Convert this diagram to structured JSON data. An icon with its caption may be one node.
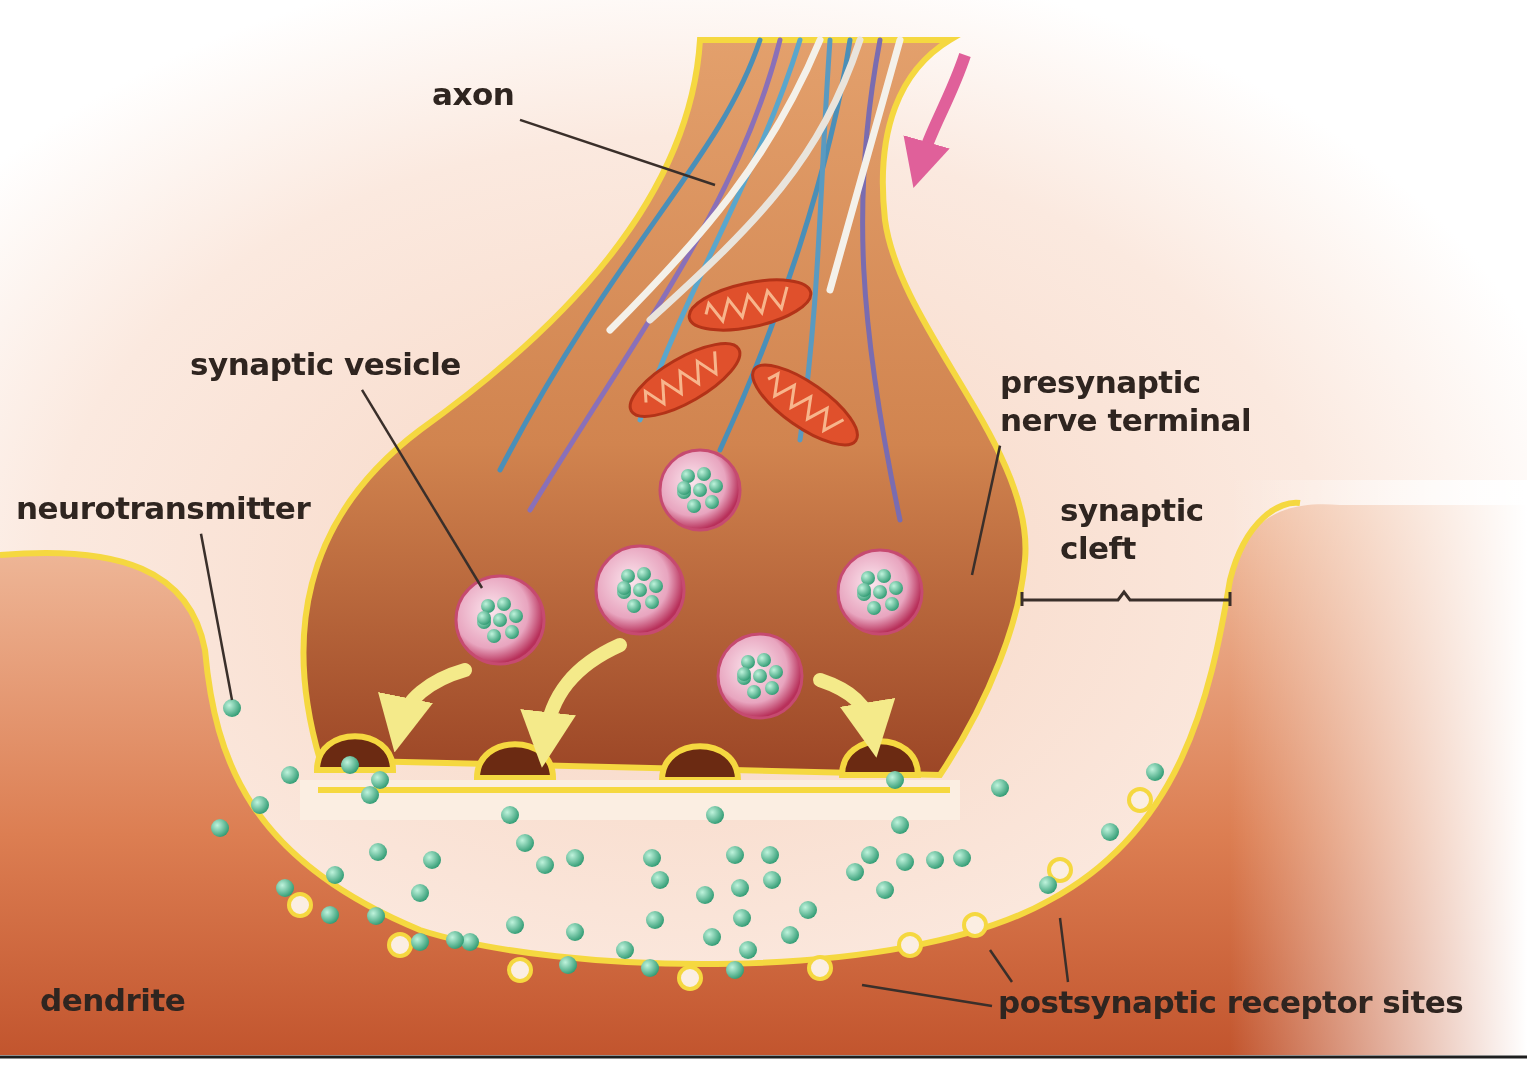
{
  "diagram": {
    "nodes": [
      {
        "text": [
          "axon"
        ]
      },
      {
        "text": [
          "synaptic vesicle"
        ]
      },
      {
        "text": [
          "neurotransmitter"
        ]
      },
      {
        "text": [
          "presynaptic nerve terminal"
        ]
      },
      {
        "text": [
          "postsynaptic receptor sites"
        ]
      }
    ],
    "edges": [
      {
        "from": 0,
        "to": null,
        "arrow": "none"
      },
      {
        "from": 1,
        "to": null,
        "arrow": "none"
      },
      {
        "from": 2,
        "to": null,
        "arrow": "none"
      },
      {
        "from": 3,
        "to": null,
        "arrow": "none"
      },
      {
        "from": 4,
        "to": null,
        "arrow": "none"
      },
      {
        "from": 4,
        "to": null,
        "arrow": "none"
      },
      {
        "from": 4,
        "to": null,
        "arrow": "none"
      }
    ],
    "labels": [
      "synaptic cleft",
      "dendrite"
    ]
  }
}
